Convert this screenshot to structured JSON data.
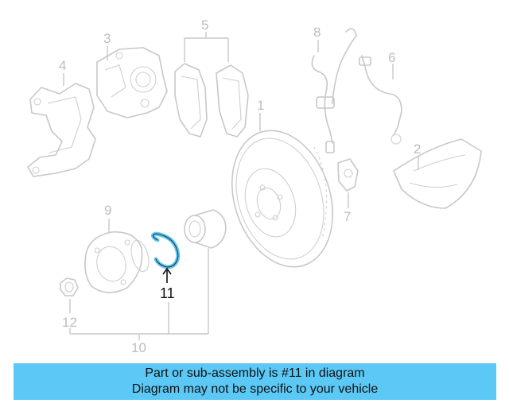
{
  "diagram": {
    "labels": {
      "p1": "1",
      "p2": "2",
      "p3": "3",
      "p4": "4",
      "p5": "5",
      "p6": "6",
      "p7": "7",
      "p8": "8",
      "p9": "9",
      "p10": "10",
      "p11": "11",
      "p12": "12"
    },
    "highlight_color": "#5bc8f5",
    "highlighted_part": "11"
  },
  "caption": {
    "line1": "Part or sub-assembly is #11 in diagram",
    "line2": "Diagram may not be specific to your vehicle",
    "background": "#5bc8f5"
  }
}
